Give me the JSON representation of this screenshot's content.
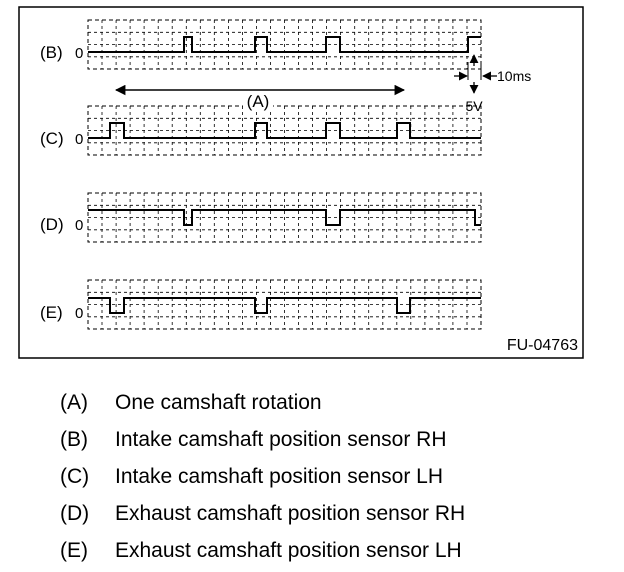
{
  "figure": {
    "code": "FU-04763",
    "span_label": "(A)",
    "time_label": "10ms",
    "volt_label": "5V"
  },
  "channels": [
    {
      "key": "(B)",
      "zero": "0"
    },
    {
      "key": "(C)",
      "zero": "0"
    },
    {
      "key": "(D)",
      "zero": "0"
    },
    {
      "key": "(E)",
      "zero": "0"
    }
  ],
  "legend": [
    {
      "key": "(A)",
      "text": "One camshaft rotation"
    },
    {
      "key": "(B)",
      "text": "Intake camshaft position sensor RH"
    },
    {
      "key": "(C)",
      "text": "Intake camshaft position sensor LH"
    },
    {
      "key": "(D)",
      "text": "Exhaust camshaft position sensor RH"
    },
    {
      "key": "(E)",
      "text": "Exhaust camshaft position sensor LH"
    }
  ]
}
